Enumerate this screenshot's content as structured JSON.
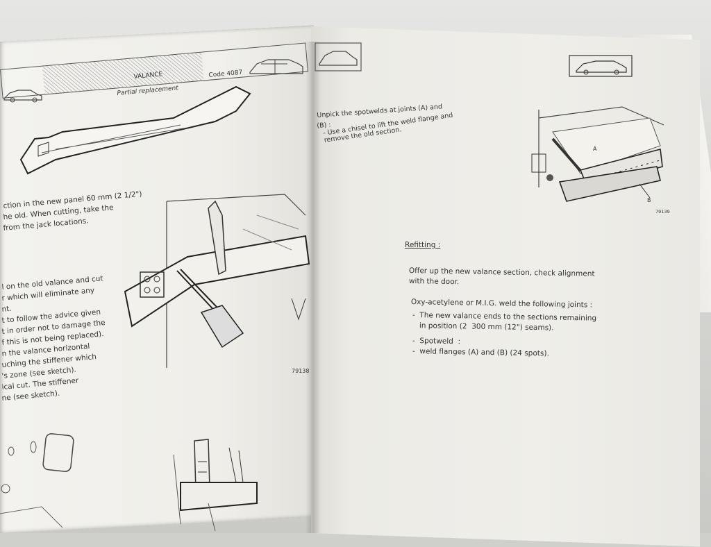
{
  "left_page": {
    "header": {
      "title": "VALANCE",
      "subtitle": "Partial replacement",
      "code": "Code 4087"
    },
    "paragraph_1": [
      "ction in the new panel 60 mm (2 1/2\")",
      "he old.  When cutting, take the",
      " from the jack locations."
    ],
    "paragraph_2": [
      "l on the old valance and cut",
      "r which will eliminate any",
      "nt.",
      "t to follow the advice given",
      "t in order not to damage the",
      "f this is not being replaced).",
      "n the valance horizontal",
      "uching the stiffener which",
      "'s zone (see sketch).",
      "ical cut.  The stiffener",
      "ne (see sketch)."
    ],
    "figure_number": "79138"
  },
  "right_page": {
    "paragraph_1": [
      "Unpick the spotwelds at joints (A) and",
      "(B) :",
      "- Use a chisel to lift the weld flange and",
      "remove the old section."
    ],
    "figure_labels": {
      "a": "A",
      "b": "B",
      "number": "79139"
    },
    "refitting_heading": "Refitting :",
    "refitting_intro": [
      "Offer up the new valance section, check alignment",
      "with the door."
    ],
    "weld_intro": "Oxy-acetylene or M.I.G. weld the following joints :",
    "items": [
      "-  The new valance ends to the sections remaining",
      "   in position (2  300 mm (12\") seams).",
      "-  Spotweld  :",
      "-  weld flanges (A) and (B) (24 spots)."
    ]
  }
}
